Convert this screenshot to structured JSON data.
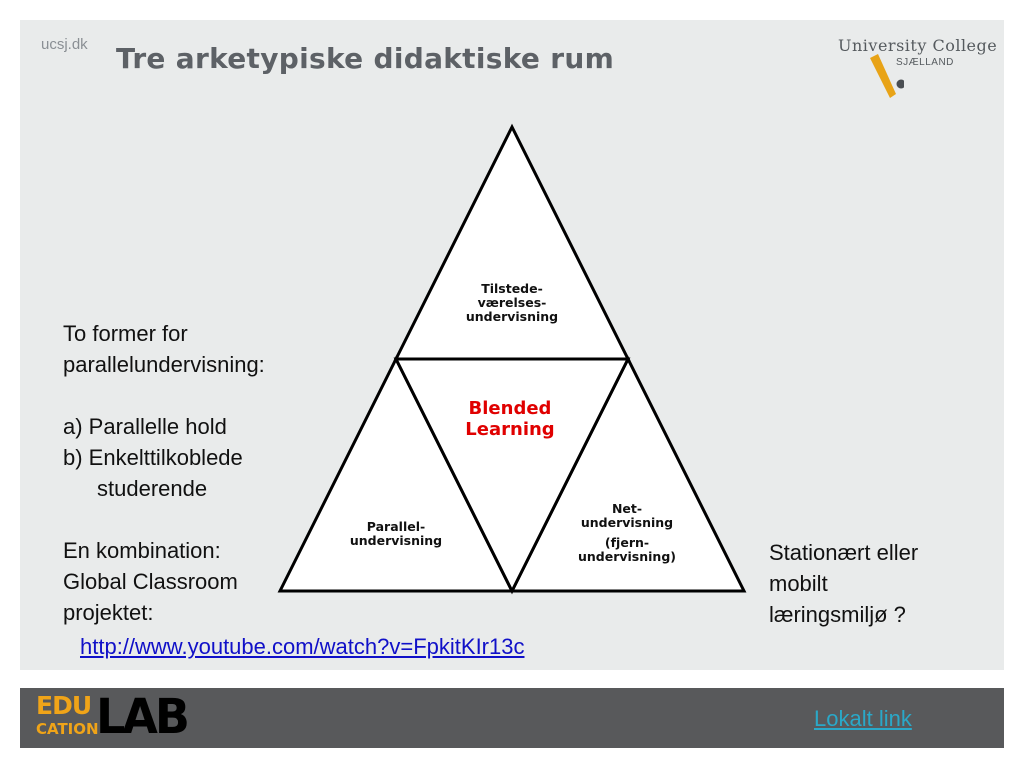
{
  "header": {
    "site": "ucsj.dk",
    "title": "Tre arketypiske didaktiske rum",
    "logo_name": "University College",
    "logo_sub": "SJÆLLAND",
    "brand_colors": {
      "accent": "#e8a317",
      "dark": "#4a4e52"
    }
  },
  "left_text": {
    "line1": "To former for",
    "line2": "parallelundervisning:",
    "item_a": "a) Parallelle hold",
    "item_b": "b) Enkelttilkoblede",
    "item_b_cont": "studerende",
    "combo1": "En kombination:",
    "combo2": "Global Classroom",
    "combo3": "projektet:"
  },
  "right_text": {
    "line1": "Stationært eller",
    "line2": "mobilt",
    "line3": "læringsmiljø ?"
  },
  "link": {
    "youtube": "http://www.youtube.com/watch?v=FpkitKIr13c"
  },
  "diagram": {
    "top": {
      "l1": "Tilstede-",
      "l2": "værelses-",
      "l3": "undervisning"
    },
    "center": {
      "l1": "Blended",
      "l2": "Learning",
      "color": "#e00000"
    },
    "left": {
      "l1": "Parallel-",
      "l2": "undervisning"
    },
    "right": {
      "l1": "Net-",
      "l2": "undervisning",
      "l3": "(fjern-",
      "l4": "undervisning)"
    }
  },
  "footer": {
    "logo_edu": "EDU",
    "logo_cation": "CATION",
    "logo_lab": "LAB",
    "local_link": "Lokalt link",
    "colors": {
      "bar": "#58595b",
      "edu": "#f0a418",
      "link": "#2aa8c8"
    }
  }
}
